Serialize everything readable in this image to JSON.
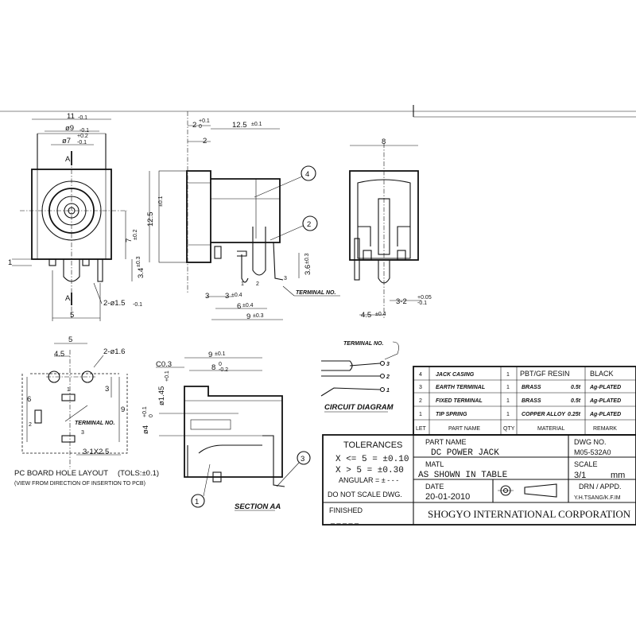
{
  "front_view": {
    "dim_width": "11",
    "dim_width_tol": "-0.1",
    "dim_d9": "ø9",
    "dim_d9_tol": "-0.1",
    "dim_d7": "ø7",
    "dim_d7_tol_up": "+0.2",
    "dim_d7_tol_dn": "-0.1",
    "label_a_top": "A",
    "label_a_bot": "A",
    "dim_1": "1",
    "dim_7": "7",
    "dim_7_tol": "±0.2",
    "dim_34": "3.4",
    "dim_34_tol": "±0.3",
    "dim_holes": "2-ø1.5",
    "dim_holes_tol": "-0.1",
    "dim_5": "5"
  },
  "side_view": {
    "dim_2_top": "2",
    "dim_2_top_tol": "+0.1",
    "dim_2_top_tol2": "0",
    "dim_len": "12.5",
    "dim_len_tol": "±0.1",
    "dim_2": "2",
    "dim_h": "12.5",
    "dim_h_tol": "±0.1",
    "callout_4": "4",
    "callout_2": "2",
    "pin_1": "1",
    "pin_2": "2",
    "pin_3": "3",
    "dim_36": "3.6",
    "dim_36_tol": "±0.3",
    "dim_3": "3",
    "dim_3b": "3",
    "dim_3b_tol": "±0.4",
    "dim_6": "6",
    "dim_6_tol": "±0.4",
    "dim_9": "9",
    "dim_9_tol": "±0.3",
    "terminal_no": "TERMINAL NO."
  },
  "end_view": {
    "dim_8": "8",
    "dim_32": "3-2",
    "dim_32_tol_up": "+0.05",
    "dim_32_tol_dn": "-0.1",
    "dim_45": "4.5",
    "dim_45_tol": "±0.4"
  },
  "pcb_layout": {
    "dim_5": "5",
    "dim_45": "4.5",
    "dim_holes": "2-ø1.6",
    "dim_6": "6",
    "dim_3": "3",
    "dim_9": "9",
    "pin_1": "1",
    "pin_2": "2",
    "pin_3": "3",
    "terminal_no": "TERMINAL NO.",
    "dim_slots": "3-1X2.5",
    "title": "PC BOARD HOLE LAYOUT",
    "tols": "(TOLS:±0.1)",
    "note": "(VIEW FROM DIRECTION OF INSERTION TO PCB)"
  },
  "section": {
    "dim_c03": "C0.3",
    "dim_9": "9",
    "dim_9_tol": "±0.1",
    "dim_8": "8",
    "dim_8_tol_up": "0",
    "dim_8_tol_dn": "-0.2",
    "dim_d145": "ø1.45",
    "dim_d145_tol": "+0.1",
    "dim_d4": "ø4",
    "dim_d4_tol_up": "+0.1",
    "dim_d4_tol_dn": "0",
    "callout_1": "1",
    "callout_3": "3",
    "title": "SECTION AA"
  },
  "circuit": {
    "terminal_no": "TERMINAL NO.",
    "pin_3": "3",
    "pin_2": "2",
    "pin_1": "1",
    "title": "CIRCUIT DIAGRAM"
  },
  "bom": {
    "rows": [
      {
        "no": "4",
        "part": "JACK CASING",
        "qty": "1",
        "material": "PBT/GF RESIN",
        "thk": "",
        "remark": "BLACK"
      },
      {
        "no": "3",
        "part": "EARTH TERMINAL",
        "qty": "1",
        "material": "BRASS",
        "thk": "0.5t",
        "remark": "Ag-PLATED"
      },
      {
        "no": "2",
        "part": "FIXED TERMINAL",
        "qty": "1",
        "material": "BRASS",
        "thk": "0.5t",
        "remark": "Ag-PLATED"
      },
      {
        "no": "1",
        "part": "TIP SPRING",
        "qty": "1",
        "material": "COPPER ALLOY",
        "thk": "0.25t",
        "remark": "Ag-PLATED"
      }
    ],
    "header": {
      "no": "LET",
      "part": "PART NAME",
      "qty": "QTY",
      "material": "MATERIAL",
      "remark": "REMARK"
    }
  },
  "title_block": {
    "tolerances_label": "TOLERANCES",
    "tol_line1": "X <= 5 = ±0.10",
    "tol_line2": "X >  5 = ±0.30",
    "tol_line3": "ANGULAR = ± - - -",
    "do_not_scale": "DO NOT SCALE DWG.",
    "finished_label": "FINISHED",
    "finished_value": "_ _ _ _ _",
    "part_name_label": "PART NAME",
    "part_name": "DC POWER JACK",
    "dwg_no_label": "DWG NO.",
    "dwg_no": "M05-532A0",
    "matl_label": "MATL",
    "matl": "AS SHOWN IN TABLE",
    "scale_label": "SCALE",
    "scale": "3/1",
    "scale_unit": "mm",
    "date_label": "DATE",
    "date": "20-01-2010",
    "drn_label": "DRN / APPD.",
    "drn": "Y.H.TSANG/K.F.IM",
    "company": "SHOGYO INTERNATIONAL CORPORATION"
  }
}
